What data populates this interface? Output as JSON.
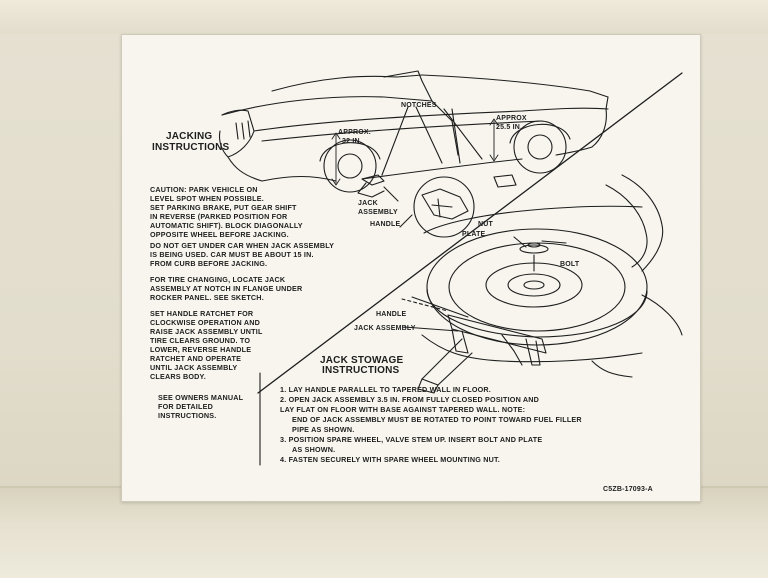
{
  "jacking": {
    "title_line1": "JACKING",
    "title_line2": "INSTRUCTIONS",
    "labels": {
      "notches": "NOTCHES",
      "approx_32_l1": "APPROX.",
      "approx_32_l2": "32 IN.",
      "approx_25_l1": "APPROX",
      "approx_25_l2": "25.5 IN.",
      "jack_assembly_l1": "JACK",
      "jack_assembly_l2": "ASSEMBLY",
      "handle": "HANDLE"
    },
    "paragraphs": [
      [
        "CAUTION: PARK VEHICLE ON",
        "LEVEL SPOT WHEN POSSIBLE.",
        "SET PARKING BRAKE, PUT GEAR SHIFT",
        "IN REVERSE (PARKED POSITION FOR",
        "AUTOMATIC SHIFT). BLOCK DIAGONALLY",
        "OPPOSITE WHEEL BEFORE JACKING."
      ],
      [
        "DO NOT GET UNDER CAR WHEN JACK ASSEMBLY",
        "IS BEING USED. CAR MUST BE ABOUT 15 IN.",
        "FROM CURB BEFORE JACKING."
      ],
      [
        "FOR TIRE CHANGING, LOCATE JACK",
        "ASSEMBLY AT NOTCH IN FLANGE UNDER",
        "ROCKER PANEL. SEE SKETCH."
      ],
      [
        "SET HANDLE RATCHET FOR",
        "CLOCKWISE OPERATION AND",
        "RAISE JACK ASSEMBLY UNTIL",
        "TIRE CLEARS GROUND. TO",
        "LOWER, REVERSE HANDLE",
        "RATCHET AND OPERATE",
        "UNTIL JACK ASSEMBLY",
        "CLEARS BODY."
      ],
      [
        "SEE OWNERS MANUAL",
        "FOR DETAILED",
        "INSTRUCTIONS."
      ]
    ]
  },
  "stowage": {
    "title_line1": "JACK STOWAGE",
    "title_line2": "INSTRUCTIONS",
    "labels": {
      "nut": "NUT",
      "plate": "PLATE",
      "bolt": "BOLT",
      "handle": "HANDLE",
      "jack_assembly": "JACK ASSEMBLY"
    },
    "steps": [
      "1.  LAY HANDLE PARALLEL TO TAPERED WALL IN FLOOR.",
      "2.  OPEN JACK ASSEMBLY 3.5 IN. FROM FULLY CLOSED POSITION AND",
      "LAY FLAT ON FLOOR WITH BASE AGAINST TAPERED WALL. NOTE:",
      "END OF JACK ASSEMBLY MUST BE ROTATED TO POINT TOWARD FUEL FILLER",
      "PIPE AS SHOWN.",
      "3.  POSITION SPARE WHEEL, VALVE STEM UP. INSERT BOLT AND PLATE",
      "AS SHOWN.",
      "4.  FASTEN SECURELY WITH SPARE WHEEL MOUNTING NUT."
    ]
  },
  "part_number": "C5ZB-17093-A",
  "colors": {
    "decal": "#f7f5ee",
    "ink": "#1e1e1e",
    "trunk": "#e2ddcc"
  }
}
